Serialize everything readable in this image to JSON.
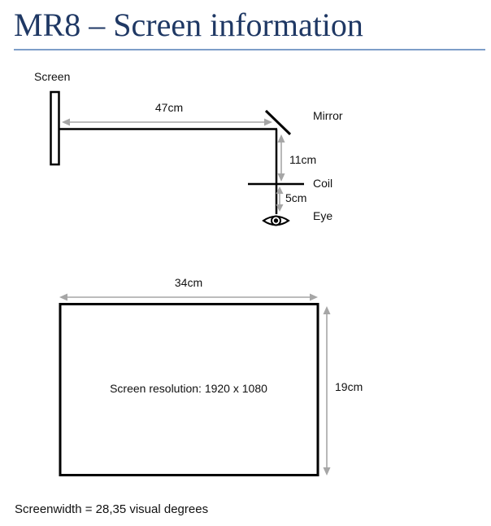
{
  "title": "MR8 – Screen information",
  "colors": {
    "title_text": "#1F3864",
    "title_underline": "#7D9EC9",
    "diagram_line": "#000000",
    "dimension_arrow": "#A6A6A6"
  },
  "top_diagram": {
    "screen_label": "Screen",
    "mirror_label": "Mirror",
    "coil_label": "Coil",
    "eye_label": "Eye",
    "screen_to_mirror_distance": "47cm",
    "mirror_to_coil_distance": "11cm",
    "coil_to_eye_distance": "5cm"
  },
  "bottom_diagram": {
    "width_label": "34cm",
    "height_label": "19cm",
    "resolution_text": "Screen resolution: 1920 x 1080"
  },
  "footer": {
    "screenwidth_text": "Screenwidth = 28,35 visual degrees"
  }
}
